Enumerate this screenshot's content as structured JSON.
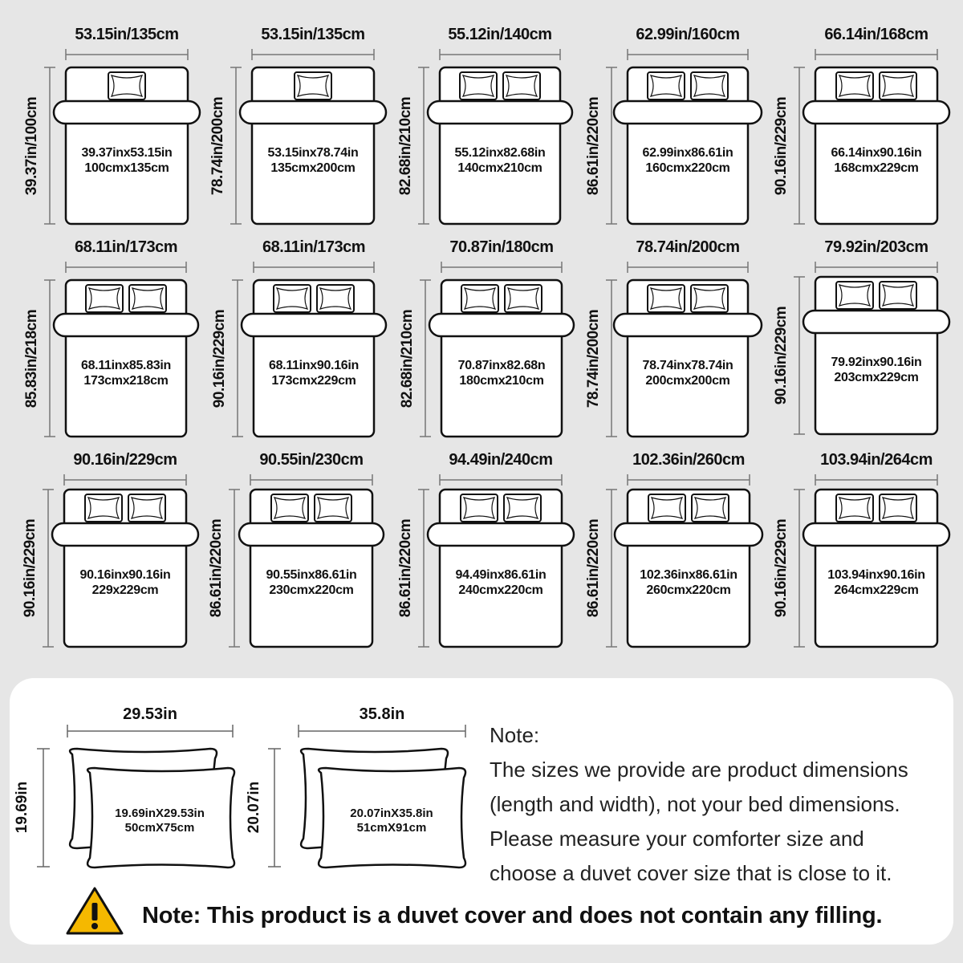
{
  "beds": [
    {
      "width_label": "53.15in/135cm",
      "height_label": "39.37in/100cm",
      "size_in": "39.37inx53.15in",
      "size_cm": "100cmx135cm",
      "pillows": 1
    },
    {
      "width_label": "53.15in/135cm",
      "height_label": "78.74in/200cm",
      "size_in": "53.15inx78.74in",
      "size_cm": "135cmx200cm",
      "pillows": 1
    },
    {
      "width_label": "55.12in/140cm",
      "height_label": "82.68in/210cm",
      "size_in": "55.12inx82.68in",
      "size_cm": "140cmx210cm",
      "pillows": 2
    },
    {
      "width_label": "62.99in/160cm",
      "height_label": "86.61in/220cm",
      "size_in": "62.99inx86.61in",
      "size_cm": "160cmx220cm",
      "pillows": 2
    },
    {
      "width_label": "66.14in/168cm",
      "height_label": "90.16in/229cm",
      "size_in": "66.14inx90.16in",
      "size_cm": "168cmx229cm",
      "pillows": 2
    },
    {
      "width_label": "68.11in/173cm",
      "height_label": "85.83in/218cm",
      "size_in": "68.11inx85.83in",
      "size_cm": "173cmx218cm",
      "pillows": 2
    },
    {
      "width_label": "68.11in/173cm",
      "height_label": "90.16in/229cm",
      "size_in": "68.11inx90.16in",
      "size_cm": "173cmx229cm",
      "pillows": 2
    },
    {
      "width_label": "70.87in/180cm",
      "height_label": "82.68in/210cm",
      "size_in": "70.87inx82.68n",
      "size_cm": "180cmx210cm",
      "pillows": 2
    },
    {
      "width_label": "78.74in/200cm",
      "height_label": "78.74in/200cm",
      "size_in": "78.74inx78.74in",
      "size_cm": "200cmx200cm",
      "pillows": 2
    },
    {
      "width_label": "79.92in/203cm",
      "height_label": "90.16in/229cm",
      "size_in": "79.92inx90.16in",
      "size_cm": "203cmx229cm",
      "pillows": 2
    },
    {
      "width_label": "90.16in/229cm",
      "height_label": "90.16in/229cm",
      "size_in": "90.16inx90.16in",
      "size_cm": "229x229cm",
      "pillows": 2
    },
    {
      "width_label": "90.55in/230cm",
      "height_label": "86.61in/220cm",
      "size_in": "90.55inx86.61in",
      "size_cm": "230cmx220cm",
      "pillows": 2
    },
    {
      "width_label": "94.49in/240cm",
      "height_label": "86.61in/220cm",
      "size_in": "94.49inx86.61in",
      "size_cm": "240cmx220cm",
      "pillows": 2
    },
    {
      "width_label": "102.36in/260cm",
      "height_label": "86.61in/220cm",
      "size_in": "102.36inx86.61in",
      "size_cm": "260cmx220cm",
      "pillows": 2
    },
    {
      "width_label": "103.94in/264cm",
      "height_label": "90.16in/229cm",
      "size_in": "103.94inx90.16in",
      "size_cm": "264cmx229cm",
      "pillows": 2
    }
  ],
  "pillowcases": [
    {
      "width_label": "29.53in",
      "height_label": "19.69in",
      "size_in": "19.69inX29.53in",
      "size_cm": "50cmX75cm"
    },
    {
      "width_label": "35.8in",
      "height_label": "20.07in",
      "size_in": "20.07inX35.8in",
      "size_cm": "51cmX91cm"
    }
  ],
  "note": {
    "title": "Note:",
    "lines": [
      "The sizes we provide are product dimensions",
      " (length and width), not your bed dimensions.",
      "Please measure your comforter size and",
      "choose a duvet cover size that is close to it."
    ]
  },
  "warning": {
    "icon": "warning-triangle-icon",
    "text": "Note: This product is a duvet cover and does not contain any filling."
  },
  "colors": {
    "background": "#e6e6e6",
    "panel": "#ffffff",
    "warning_fill": "#f5b800"
  }
}
